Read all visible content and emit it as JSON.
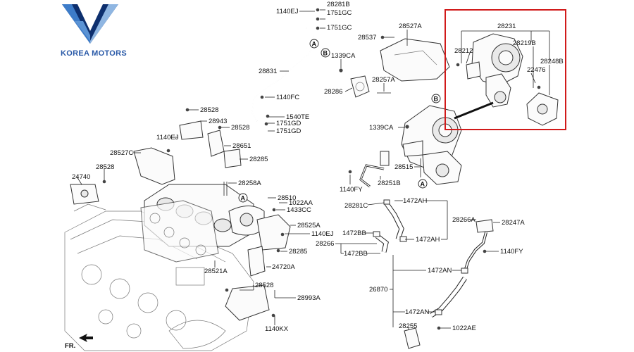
{
  "brand": {
    "name": "KOREA MOTORS",
    "logo_colors": [
      "#0d2f6e",
      "#3d7cc9",
      "#8fb6e2"
    ]
  },
  "highlight_color": "#d11a1a",
  "labels": {
    "p28281B": "28281B",
    "p1140EJ_a": "1140EJ",
    "p1751GC_a": "1751GC",
    "p1751GC_b": "1751GC",
    "p28537": "28537",
    "p28527A": "28527A",
    "p1339CA_a": "1339CA",
    "p28831": "28831",
    "p28286": "28286",
    "p28257A": "28257A",
    "p1140FC": "1140FC",
    "p1540TE": "1540TE",
    "p1751GD_a": "1751GD",
    "p1751GD_b": "1751GD",
    "p28528_a": "28528",
    "p28943": "28943",
    "p28528_b": "28528",
    "p1140EJ_b": "1140EJ",
    "p28651": "28651",
    "p28527C": "28527C",
    "p28285_a": "28285",
    "p28528_c": "28528",
    "p24740": "24740",
    "p28258A": "28258A",
    "p28510": "28510",
    "p1022AA": "1022AA",
    "p1433CC": "1433CC",
    "p28525A": "28525A",
    "p1140EJ_c": "1140EJ",
    "p28285_b": "28285",
    "p24720A": "24720A",
    "p28521A": "28521A",
    "p28528_d": "28528",
    "p28993A": "28993A",
    "p1140KX": "1140KX",
    "fr": "FR.",
    "p28231": "28231",
    "p28212": "28212",
    "p28219B": "28219B",
    "p28248B": "28248B",
    "p22476": "22476",
    "p1339CA_b": "1339CA",
    "p28515": "28515",
    "p1140FY_a": "1140FY",
    "p28251B": "28251B",
    "p28281C": "28281C",
    "p1472AH_a": "1472AH",
    "p28266A": "28266A",
    "p28247A": "28247A",
    "p1472BB_a": "1472BB",
    "p1472AH_b": "1472AH",
    "p28266": "28266",
    "p1472BB_b": "1472BB",
    "p1140FY_b": "1140FY",
    "p1472AN_a": "1472AN",
    "p26870": "26870",
    "p1472AN_b": "1472AN",
    "p28255": "28255",
    "p1022AE": "1022AE"
  },
  "markers": {
    "A_top": "A",
    "B_top": "B",
    "B_mid": "B",
    "A_mid": "A",
    "A_left": "A"
  }
}
